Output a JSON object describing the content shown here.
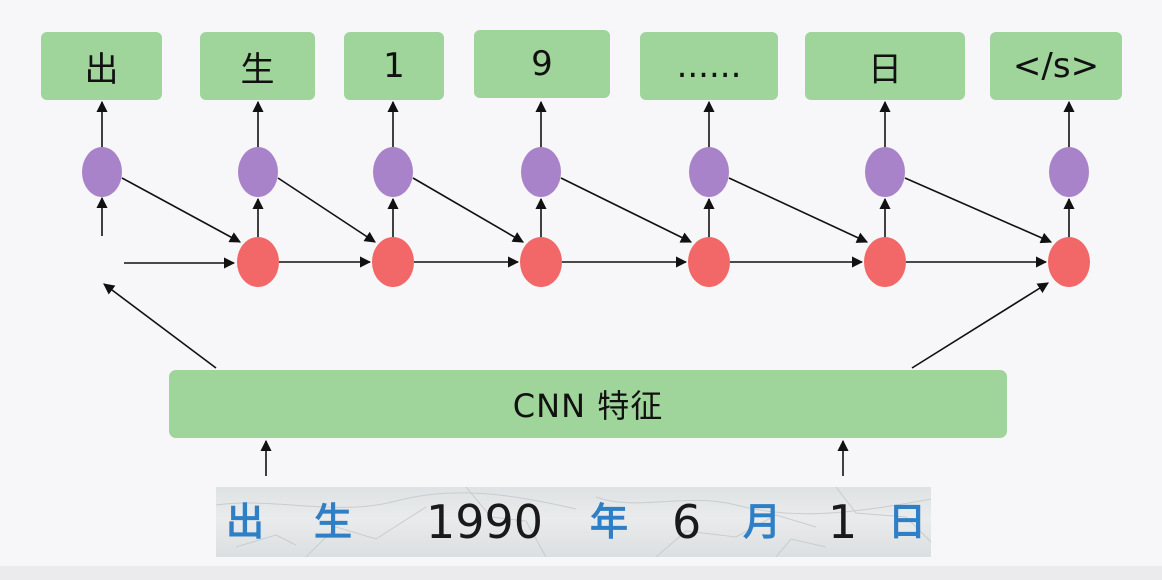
{
  "output_tokens": [
    "出",
    "生",
    "1",
    "9",
    "......",
    "日",
    "</s>"
  ],
  "cnn_label": "CNN 特征",
  "photo_text": [
    "出",
    "生",
    "1990",
    "年",
    "6",
    "月",
    "1",
    "日"
  ],
  "colors": {
    "box_fill": "#9fd49b",
    "hidden_node": "#a983c9",
    "attention_node": "#f26868",
    "arrow": "#111111",
    "photo_blue_text": "#2f7fc6",
    "photo_dark_text": "#1a1a1a"
  }
}
